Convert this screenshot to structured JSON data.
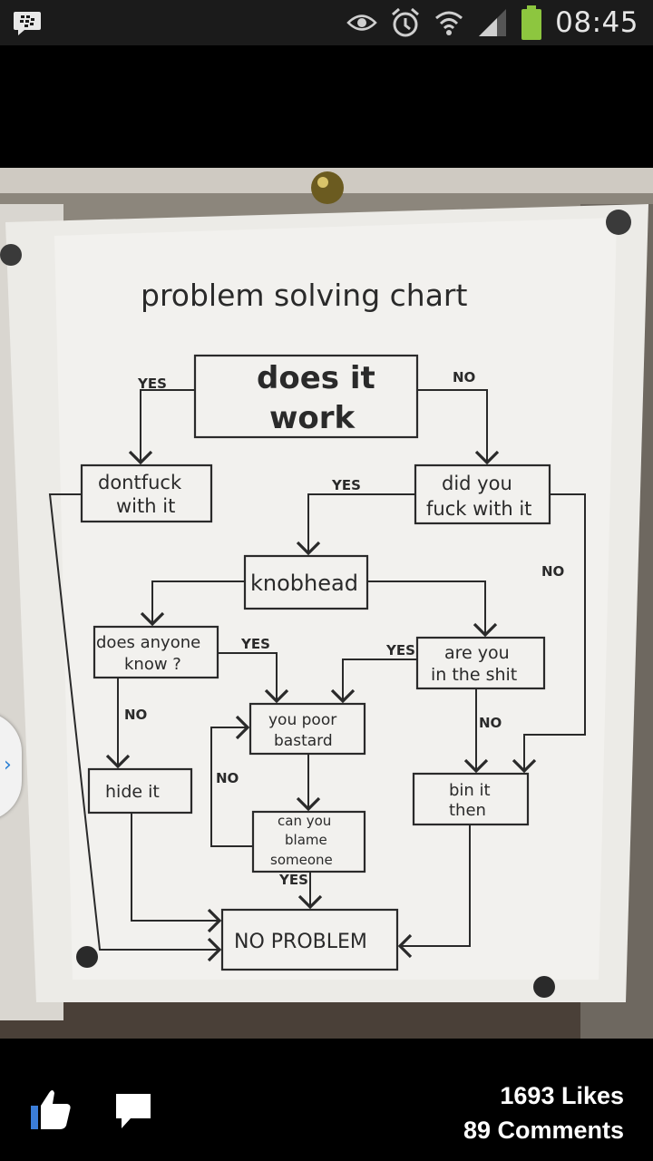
{
  "status_bar": {
    "time": "08:45",
    "icons": [
      "bbm-icon",
      "eye-icon",
      "alarm-icon",
      "wifi-icon",
      "signal-icon",
      "battery-icon"
    ]
  },
  "photo": {
    "description_icon": "photo",
    "flowchart": {
      "title": "problem solving chart",
      "nodes": {
        "does_it_work_1": "does it",
        "does_it_work_2": "work",
        "dont_fuck_1": "dontfuck",
        "dont_fuck_2": "with it",
        "did_you_1": "did you",
        "did_you_2": "fuck with it",
        "knobhead": "knobhead",
        "anyone_1": "does anyone",
        "anyone_2": "know ?",
        "in_shit_1": "are you",
        "in_shit_2": "in the shit",
        "poor_1": "you poor",
        "poor_2": "bastard",
        "hide": "hide it",
        "bin_1": "bin it",
        "bin_2": "then",
        "blame_1": "can you",
        "blame_2": "blame",
        "blame_3": "someone",
        "no_problem": "NO PROBLEM"
      },
      "edge_labels": {
        "yes_top": "YES",
        "no_top": "NO",
        "yes_did": "YES",
        "no_did": "NO",
        "yes_anyone": "YES",
        "yes_shit": "YES",
        "no_anyone": "NO",
        "no_shit": "NO",
        "no_blame": "NO",
        "yes_blame": "YES"
      }
    }
  },
  "bottom_bar": {
    "likes": "1693 Likes",
    "comments": "89 Comments",
    "accent_color": "#3b7dd8"
  }
}
